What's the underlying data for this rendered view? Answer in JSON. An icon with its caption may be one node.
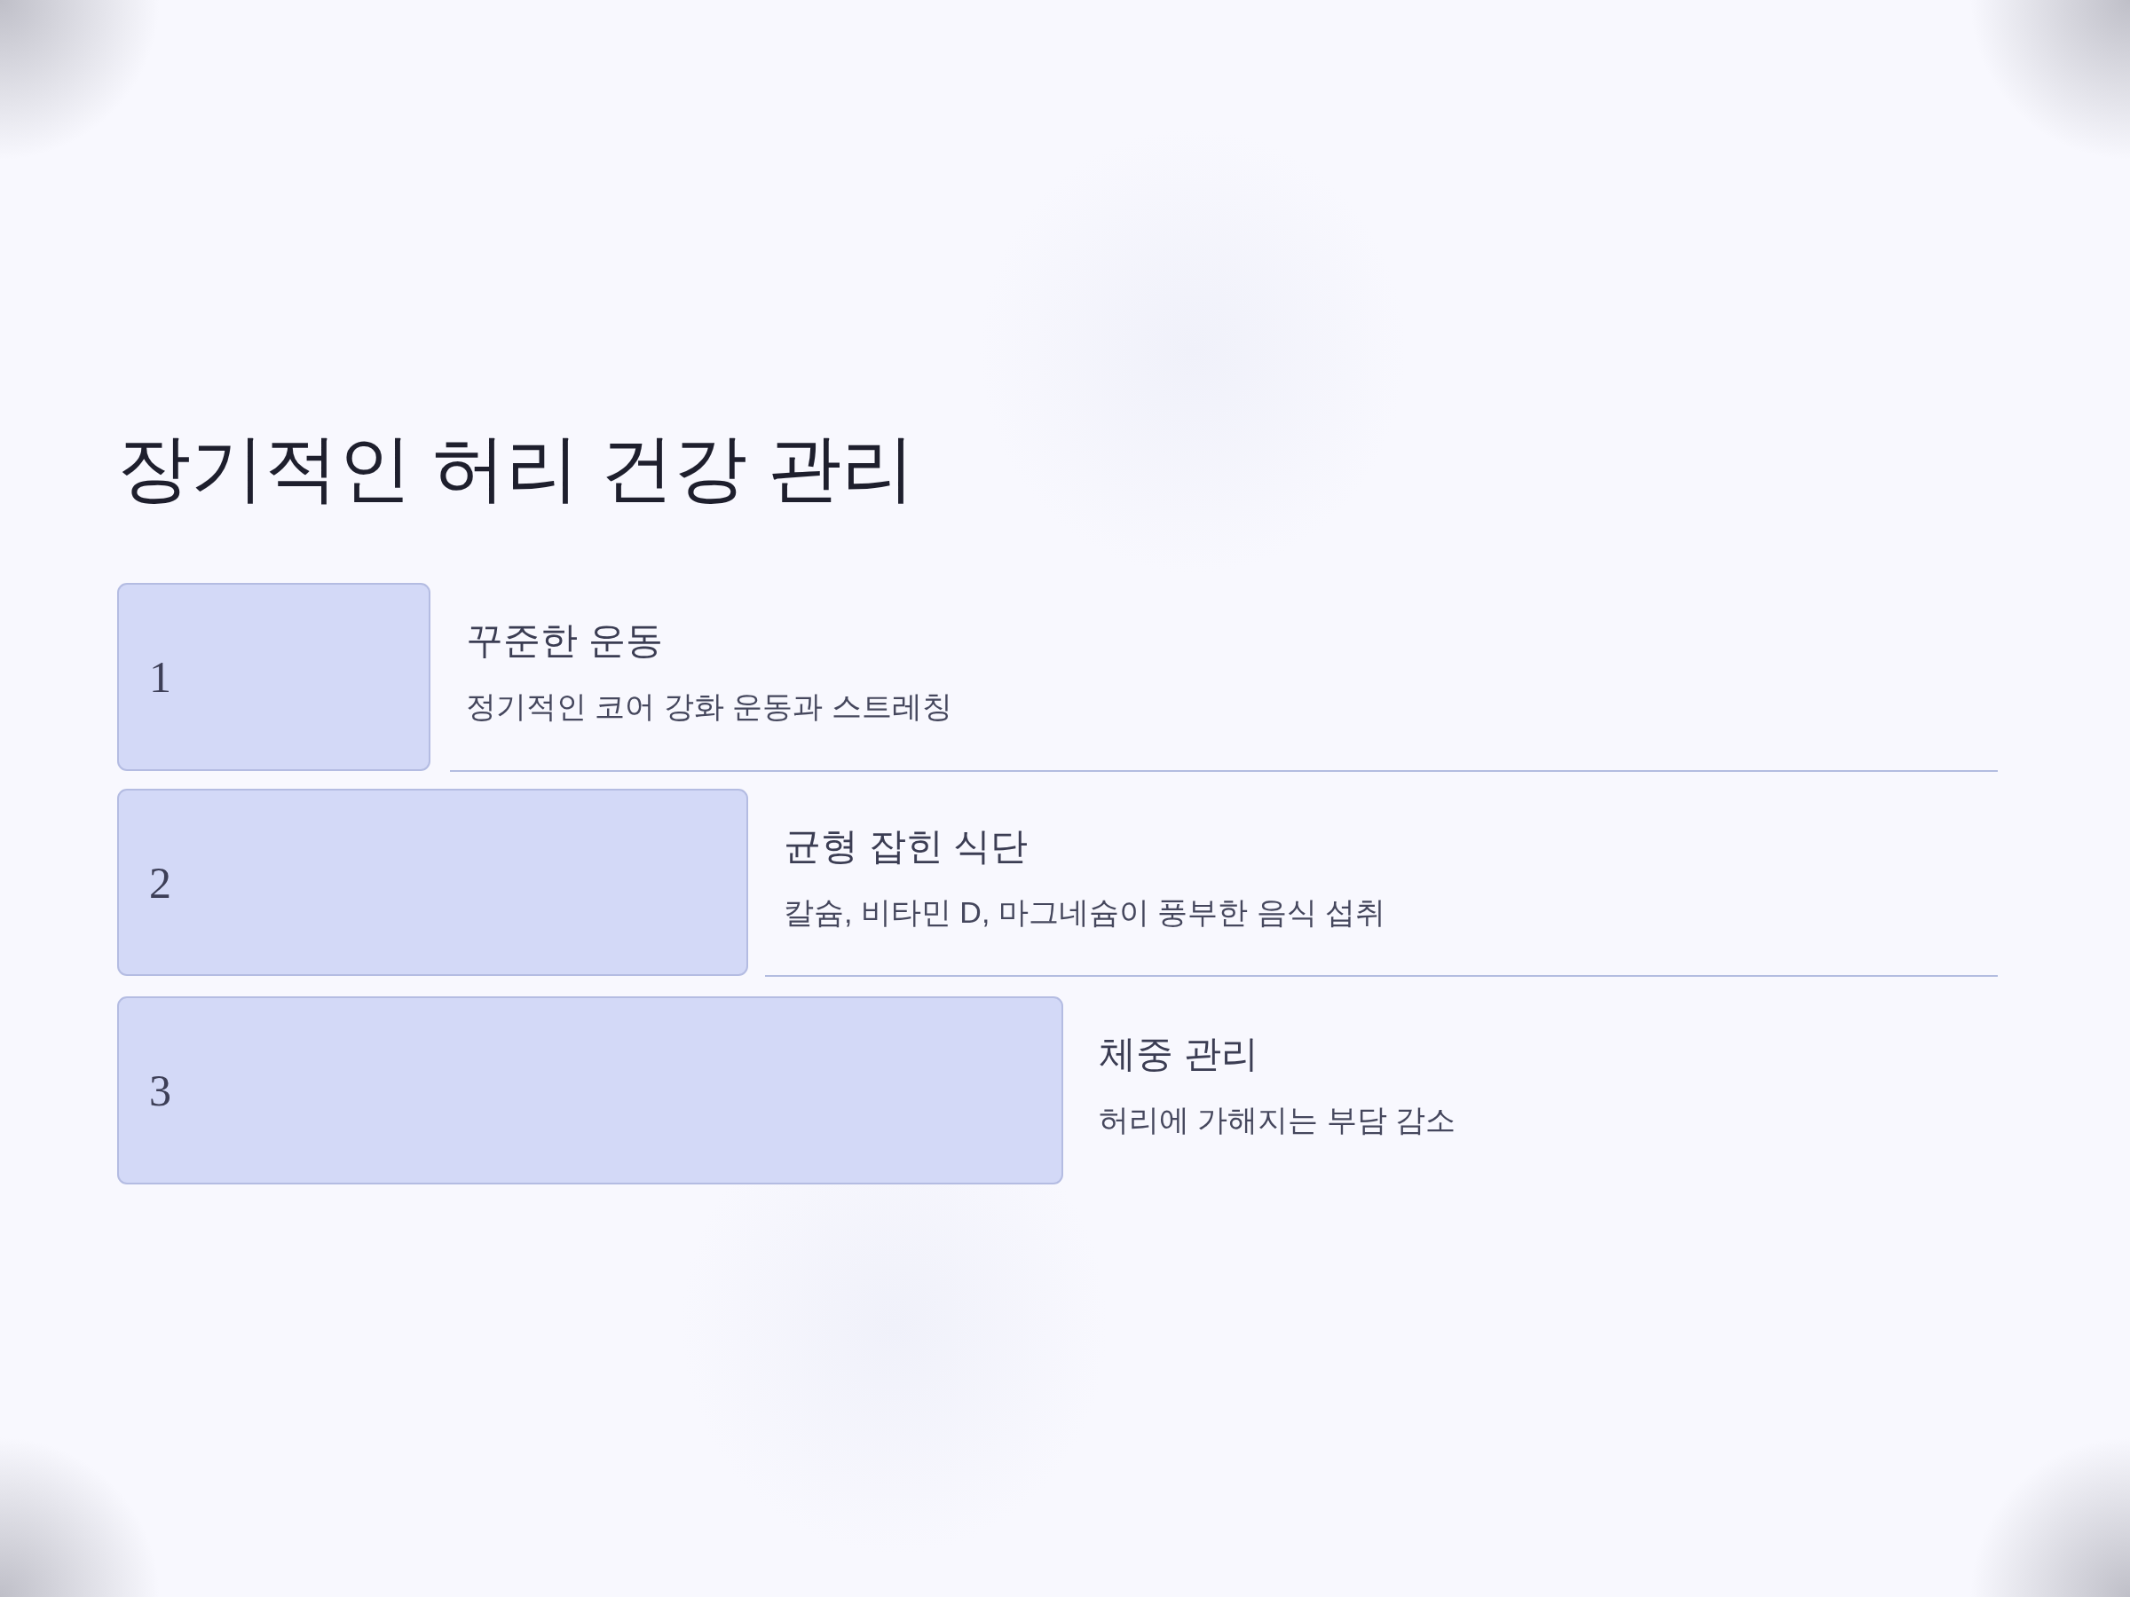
{
  "diagram": {
    "title": "장기적인 허리 건강 관리",
    "nodes": [
      {
        "text": [
          "1"
        ],
        "beside": [
          "꾸준한 운동",
          "정기적인 코어 강화 운동과 스트레칭"
        ]
      },
      {
        "text": [
          "2"
        ],
        "beside": [
          "균형 잡힌 식단",
          "칼슘, 비타민 D, 마그네슘이 풍부한 음식 섭취"
        ]
      },
      {
        "text": [
          "3"
        ],
        "beside": [
          "체중 관리",
          "허리에 가해지는 부담 감소"
        ]
      }
    ]
  }
}
